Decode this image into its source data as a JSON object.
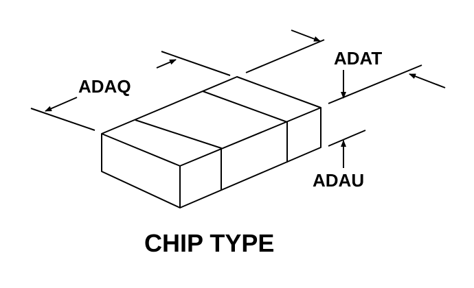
{
  "title": "CHIP TYPE",
  "dimensions": {
    "length": "ADAQ",
    "thickness_top": "ADAT",
    "thickness_bottom": "ADAU"
  },
  "colors": {
    "ink": "#000000",
    "background": "#ffffff"
  }
}
